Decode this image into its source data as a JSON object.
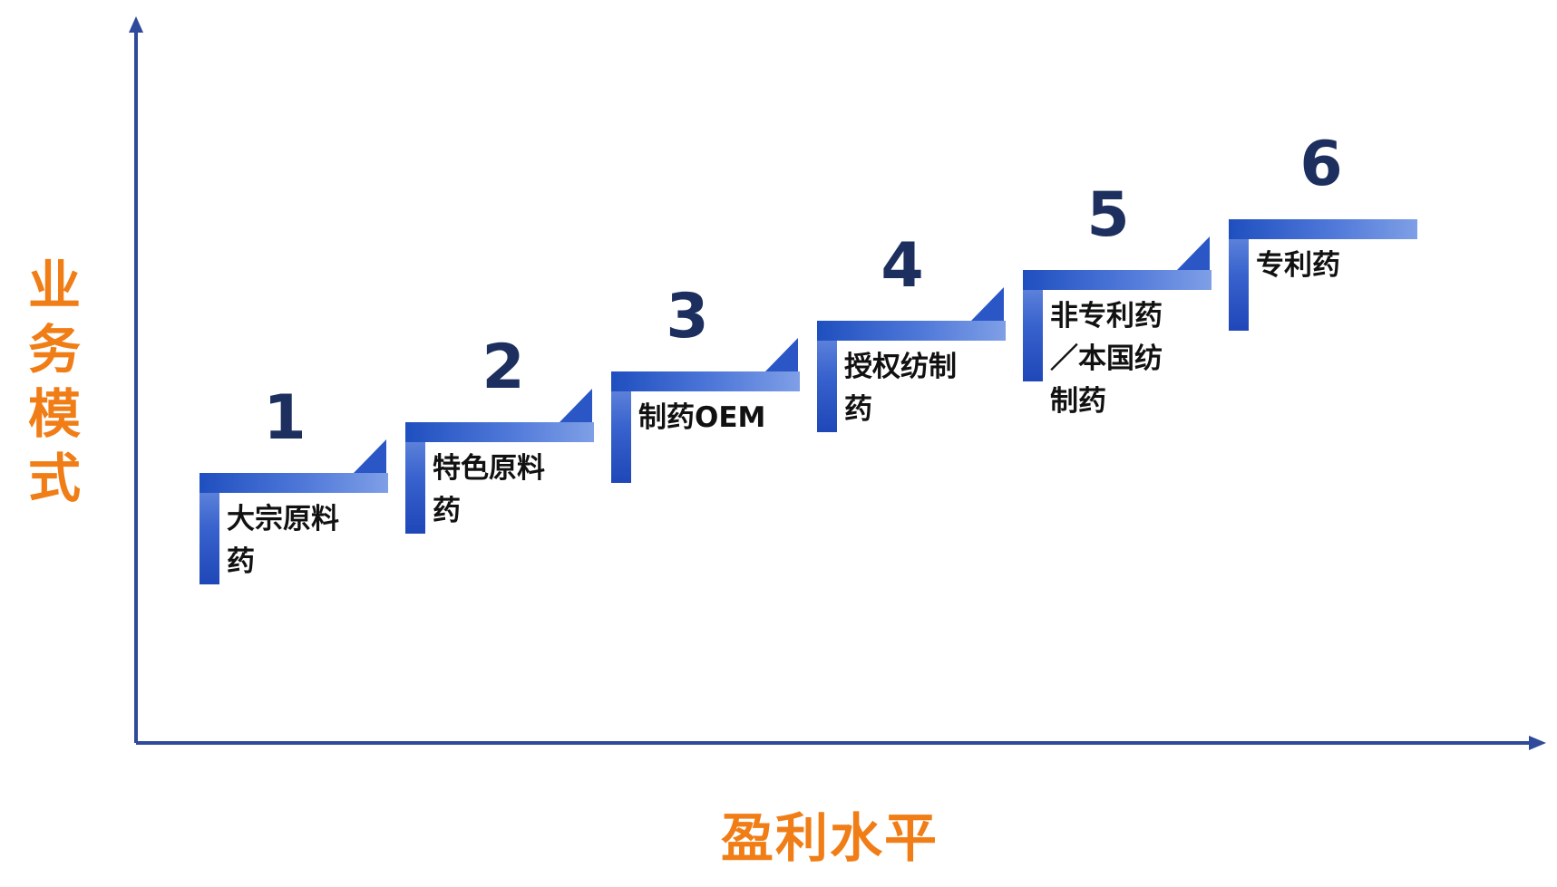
{
  "diagram": {
    "y_axis_title": [
      "业",
      "务",
      "模",
      "式"
    ],
    "x_axis_title": "盈利水平",
    "colors": {
      "axis": "#2f4a9a",
      "title": "#f07d16",
      "step_dark": "#1f47b8",
      "step_light": "#7f9fe6",
      "number": "#1d2f5e"
    },
    "steps": [
      {
        "number": "1",
        "label": "大宗原料药"
      },
      {
        "number": "2",
        "label": "特色原料药"
      },
      {
        "number": "3",
        "label": "制药OEM"
      },
      {
        "number": "4",
        "label": "授权纺制药"
      },
      {
        "number": "5",
        "label": "非专利药／本国纺制药"
      },
      {
        "number": "6",
        "label": "专利药"
      }
    ]
  }
}
